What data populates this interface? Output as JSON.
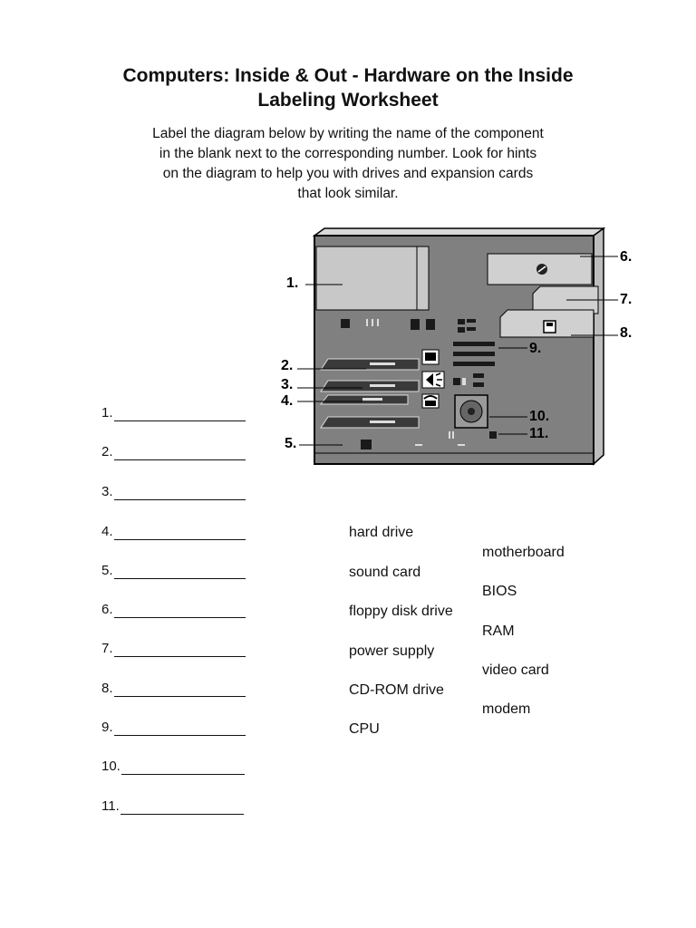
{
  "title": {
    "line1": "Computers: Inside & Out - Hardware on the Inside",
    "line2": "Labeling Worksheet"
  },
  "instructions": [
    "Label the diagram below by writing the name of the component",
    "in the blank next to the corresponding number. Look for hints",
    "on the diagram to help you with drives and expansion cards",
    "that look similar."
  ],
  "diagram": {
    "callouts": [
      "1.",
      "2.",
      "3.",
      "4.",
      "5.",
      "6.",
      "7.",
      "8.",
      "9.",
      "10.",
      "11."
    ],
    "colors": {
      "case": "#808080",
      "panel": "#c0c0c0",
      "dark": "#1a1a1a",
      "card": "#3a3a3a"
    },
    "icons": [
      "cd-icon",
      "floppy-icon",
      "monitor-icon",
      "speaker-icon",
      "phone-icon",
      "cpu-fan-icon"
    ]
  },
  "blanks": [
    "1.",
    "2.",
    "3.",
    "4.",
    "5.",
    "6.",
    "7.",
    "8.",
    "9.",
    "10.",
    "11."
  ],
  "word_bank": {
    "left": [
      "hard drive",
      "sound card",
      "floppy disk drive",
      "power supply",
      "CD-ROM drive",
      "CPU"
    ],
    "right": [
      "motherboard",
      "BIOS",
      "RAM",
      "video card",
      "modem"
    ]
  }
}
